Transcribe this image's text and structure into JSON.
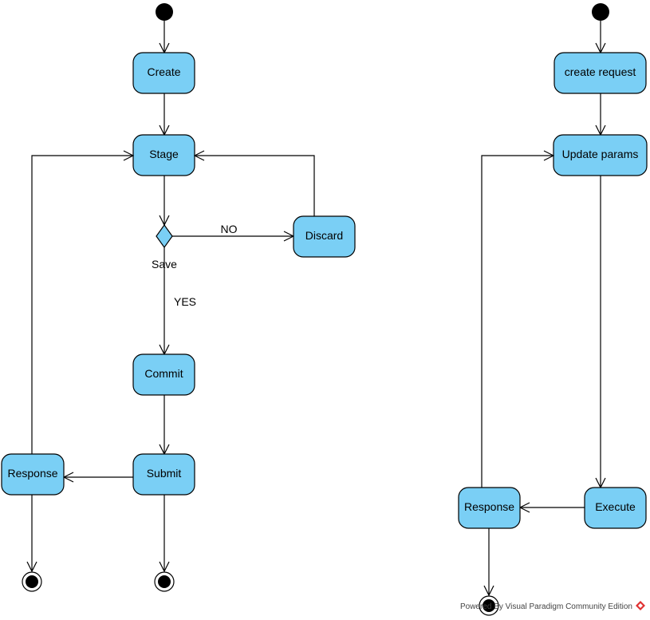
{
  "colors": {
    "action_fill": "#7acff5",
    "stroke": "#000000",
    "logo_red": "#e03030"
  },
  "left_flow": {
    "actions": {
      "create": "Create",
      "stage": "Stage",
      "discard": "Discard",
      "commit": "Commit",
      "submit": "Submit",
      "response": "Response"
    },
    "decision_label": "Save",
    "edge_no": "NO",
    "edge_yes": "YES"
  },
  "right_flow": {
    "actions": {
      "create_request": "create request",
      "update_params": "Update params",
      "execute": "Execute",
      "response": "Response"
    }
  },
  "footer": {
    "text": "Powered By Visual Paradigm Community Edition",
    "logo_icon": "visual-paradigm-logo-icon"
  }
}
